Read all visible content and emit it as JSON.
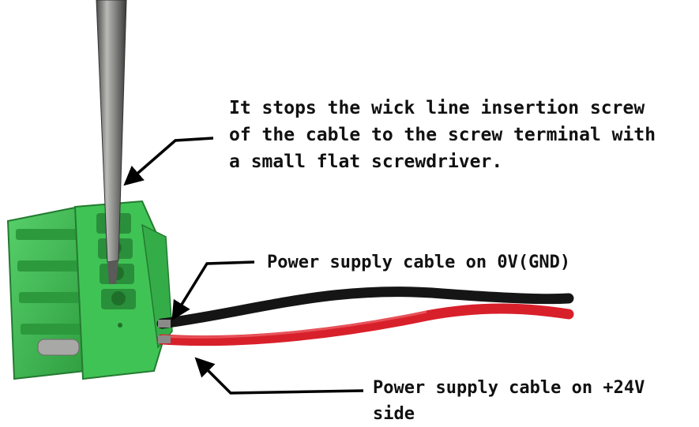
{
  "callouts": {
    "screwdriver": {
      "lines": [
        "It stops the wick line insertion screw",
        "of the cable to the screw terminal with",
        "a small flat screwdriver."
      ]
    },
    "gnd": {
      "text": "Power supply cable on 0V(GND)"
    },
    "plus24v": {
      "lines": [
        "Power supply cable on +24V",
        "side"
      ]
    }
  },
  "colors": {
    "terminal_green": "#3fbf54",
    "terminal_shadow": "#2a8f3a",
    "wire_red": "#d8202b",
    "wire_black": "#151515",
    "screwdriver_metal": "#8a8a88",
    "arrow": "#000000"
  }
}
